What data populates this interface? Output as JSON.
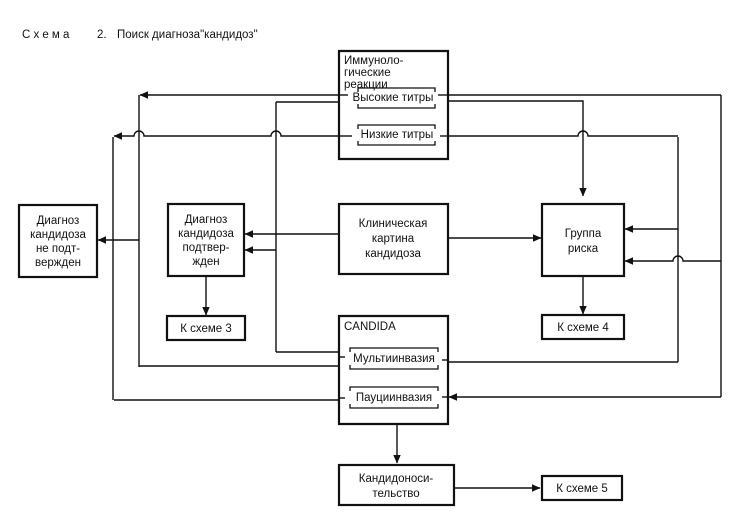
{
  "title": {
    "word": "Схема",
    "number": "2.",
    "text": "Поиск диагноза\"кандидоз\""
  },
  "nodes": {
    "not_confirmed": [
      "Диагноз",
      "кандидоза",
      "не подт-",
      "вержден"
    ],
    "confirmed": [
      "Диагноз",
      "кандидоза",
      "подтвер-",
      "жден"
    ],
    "clinical": [
      "Клиническая",
      "картина",
      "кандидоза"
    ],
    "risk_group": [
      "Группа",
      "риска"
    ],
    "to_scheme3": "К схеме 3",
    "to_scheme4": "К схеме 4",
    "to_scheme5": "К схеме 5",
    "carriage": [
      "Кандидоноси-",
      "тельство"
    ],
    "immuno": {
      "heading": [
        "Иммуноло-",
        "гические",
        "реакции"
      ],
      "high": "Высокие титры",
      "low": "Низкие титры"
    },
    "candida": {
      "heading": "CANDIDA",
      "multi": "Мультиинвазия",
      "pauci": "Пауциинвазия"
    }
  },
  "colors": {
    "ink": "#111111",
    "background": "#ffffff"
  }
}
